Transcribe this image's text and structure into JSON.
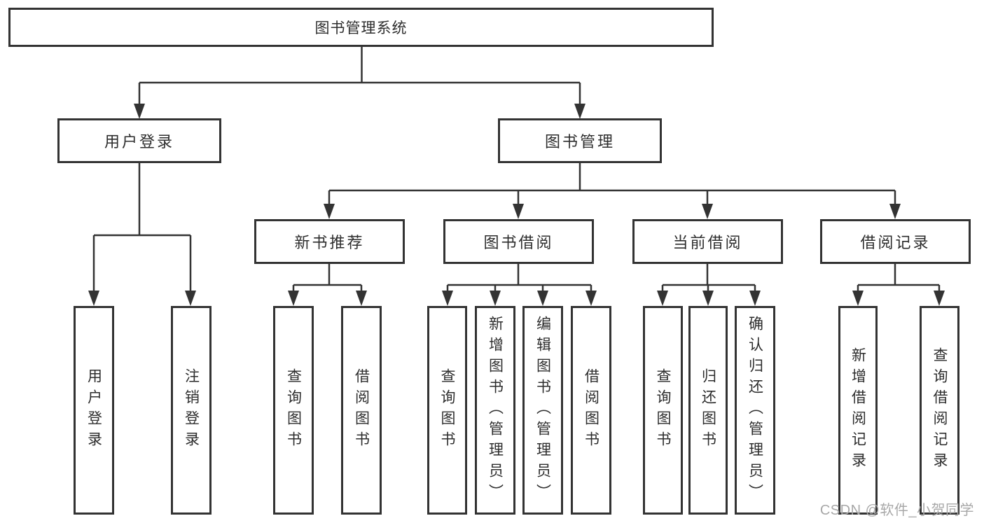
{
  "diagram": {
    "root": {
      "label": "图书管理系统"
    },
    "children": [
      {
        "label": "用户登录",
        "children": [
          {
            "label": "用户登录"
          },
          {
            "label": "注销登录"
          }
        ]
      },
      {
        "label": "图书管理",
        "children": [
          {
            "label": "新书推荐",
            "children": [
              {
                "label": "查询图书"
              },
              {
                "label": "借阅图书"
              }
            ]
          },
          {
            "label": "图书借阅",
            "children": [
              {
                "label": "查询图书"
              },
              {
                "label": "新增图书（管理员）"
              },
              {
                "label": "编辑图书（管理员）"
              },
              {
                "label": "借阅图书"
              }
            ]
          },
          {
            "label": "当前借阅",
            "children": [
              {
                "label": "查询图书"
              },
              {
                "label": "归还图书"
              },
              {
                "label": "确认归还（管理员）"
              }
            ]
          },
          {
            "label": "借阅记录",
            "children": [
              {
                "label": "新增借阅记录"
              },
              {
                "label": "查询借阅记录"
              }
            ]
          }
        ]
      }
    ]
  },
  "watermark": {
    "text": "CSDN @软件_小贺同学"
  },
  "colors": {
    "line": "#333333",
    "box_border": "#333333",
    "box_fill": "#ffffff",
    "text": "#2d2d2d",
    "watermark": "#a8a8a8",
    "background": "#ffffff"
  }
}
